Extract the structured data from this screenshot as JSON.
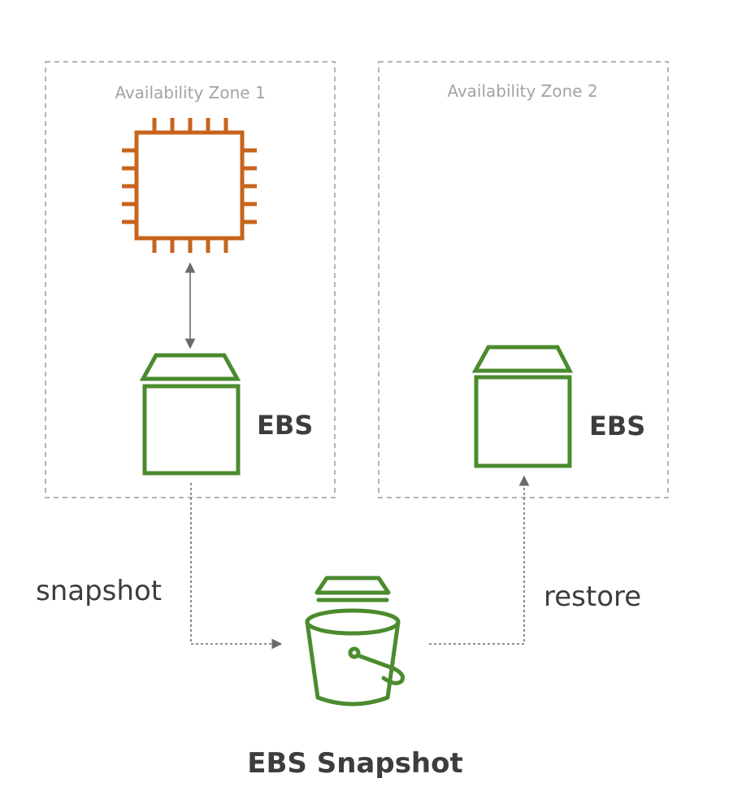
{
  "zones": [
    {
      "label": "Availability Zone 1"
    },
    {
      "label": "Availability Zone 2"
    }
  ],
  "volumes": [
    {
      "label": "EBS"
    },
    {
      "label": "EBS"
    }
  ],
  "flows": {
    "snapshot_label": "snapshot",
    "restore_label": "restore"
  },
  "snapshot": {
    "label": "EBS Snapshot"
  },
  "icons": {
    "instance": "ec2-instance-icon",
    "volume": "ebs-volume-icon",
    "snapshot": "s3-bucket-icon"
  },
  "colors": {
    "instance": "#c7641c",
    "storage": "#4b8b2e",
    "zone_border": "#b5b5b5",
    "zone_text": "#a3a3a3",
    "text": "#3d3d3d",
    "arrow": "#6a6a6a"
  }
}
